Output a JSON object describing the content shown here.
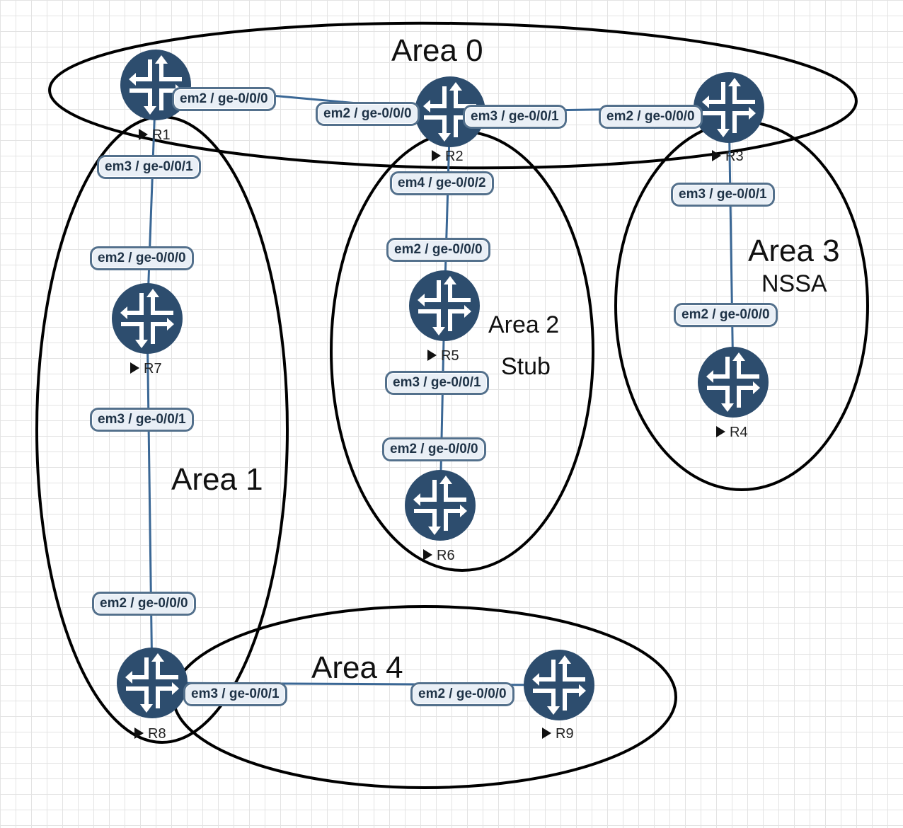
{
  "areas": {
    "area0": {
      "name": "Area 0"
    },
    "area1": {
      "name": "Area 1"
    },
    "area2": {
      "name": "Area 2",
      "type": "Stub"
    },
    "area3": {
      "name": "Area 3",
      "type": "NSSA"
    },
    "area4": {
      "name": "Area 4"
    }
  },
  "routers": {
    "r1": {
      "label": "R1"
    },
    "r2": {
      "label": "R2"
    },
    "r3": {
      "label": "R3"
    },
    "r4": {
      "label": "R4"
    },
    "r5": {
      "label": "R5"
    },
    "r6": {
      "label": "R6"
    },
    "r7": {
      "label": "R7"
    },
    "r8": {
      "label": "R8"
    },
    "r9": {
      "label": "R9"
    }
  },
  "links": [
    {
      "from": "R1",
      "to": "R2",
      "from_iface": "em2 / ge-0/0/0",
      "to_iface": "em2 / ge-0/0/0"
    },
    {
      "from": "R2",
      "to": "R3",
      "from_iface": "em3 / ge-0/0/1",
      "to_iface": "em2 / ge-0/0/0"
    },
    {
      "from": "R1",
      "to": "R7",
      "from_iface": "em3 / ge-0/0/1",
      "to_iface": "em2 / ge-0/0/0"
    },
    {
      "from": "R7",
      "to": "R8",
      "from_iface": "em3 / ge-0/0/1",
      "to_iface": "em2 / ge-0/0/0"
    },
    {
      "from": "R2",
      "to": "R5",
      "from_iface": "em4 / ge-0/0/2",
      "to_iface": "em2 / ge-0/0/0"
    },
    {
      "from": "R5",
      "to": "R6",
      "from_iface": "em3 / ge-0/0/1",
      "to_iface": "em2 / ge-0/0/0"
    },
    {
      "from": "R3",
      "to": "R4",
      "from_iface": "em3 / ge-0/0/1",
      "to_iface": "em2 / ge-0/0/0"
    },
    {
      "from": "R8",
      "to": "R9",
      "from_iface": "em3 / ge-0/0/1",
      "to_iface": "em2 / ge-0/0/0"
    }
  ],
  "colors": {
    "router_fill": "#2d4d6e",
    "link_line": "#3a6795",
    "area_outline": "#000000",
    "iface_border": "#53708c",
    "iface_fill": "#e9eff6",
    "iface_text": "#1f3347"
  },
  "icons": {
    "router": "router-icon",
    "label_marker": "play-icon"
  }
}
